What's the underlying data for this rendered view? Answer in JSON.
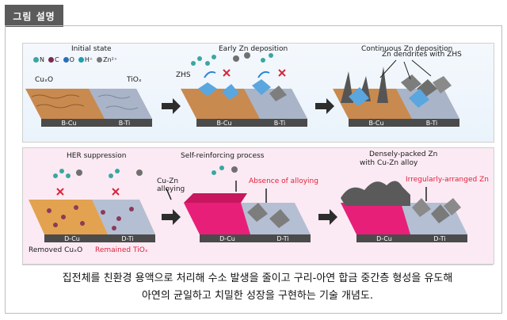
{
  "tag": "그림 설명",
  "top": {
    "titles": [
      "Initial state",
      "Early Zn deposition",
      "Continuous Zn deposition"
    ],
    "legend": [
      "N",
      "C",
      "O",
      "H⁺",
      "Zn²⁺"
    ],
    "labels": {
      "cu2o": "CuₓO",
      "tio": "TiOₓ",
      "zhs": "ZHS",
      "dendrites": "Zn dendrites with ZHS"
    },
    "bases": [
      "B-Cu",
      "B-Ti"
    ]
  },
  "bottom": {
    "titles": [
      "HER suppression",
      "Self-reinforcing process",
      "Densely-packed Zn"
    ],
    "labels": {
      "alloy_note": "with Cu-Zn alloy",
      "cuzn": "Cu-Zn",
      "alloying": "alloying",
      "absence": "Absence of alloying",
      "irregular": "Irregularly-arranged Zn",
      "removed": "Removed CuₓO",
      "remained": "Remained TiOₓ"
    },
    "bases": [
      "D-Cu",
      "D-Ti"
    ]
  },
  "caption": {
    "line1": "집전체를 친환경 용액으로 처리해 수소 발생을 줄이고 구리-아연 합금 중간층 형성을 유도해",
    "line2": "아연의 균일하고 치밀한 성장을 구현하는 기술 개념도."
  }
}
